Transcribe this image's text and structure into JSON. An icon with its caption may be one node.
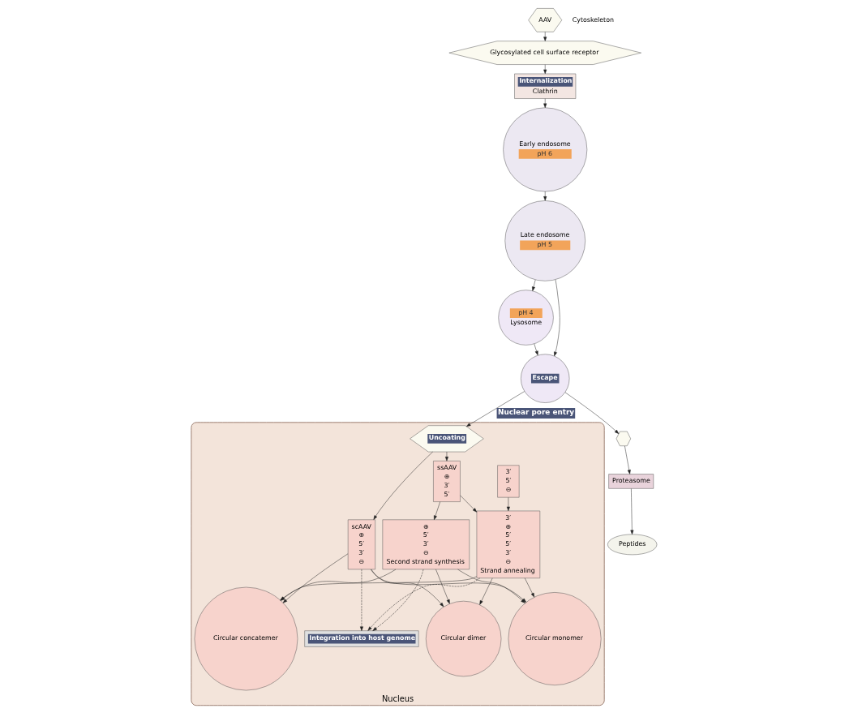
{
  "diagram": {
    "nodes": [
      {
        "text": [
          "AAV"
        ]
      },
      {
        "text": [
          "Glycosylated cell surface receptor"
        ]
      },
      {
        "text": [
          "Internalization",
          "Clathrin"
        ]
      },
      {
        "text": [
          "Early endosome",
          "pH 6"
        ]
      },
      {
        "text": [
          "Late endosome",
          "pH 5"
        ]
      },
      {
        "text": [
          "pH 4",
          "Lysosome"
        ]
      },
      {
        "text": [
          "Escape"
        ]
      },
      {
        "text": [],
        "shape": "picture"
      },
      {
        "text": [
          "Proteasome"
        ]
      },
      {
        "text": [
          "Peptides"
        ]
      },
      {
        "text": [
          "Nucleus"
        ]
      },
      {
        "text": [
          "Uncoating"
        ],
        "in": 10
      },
      {
        "text": [
          "ssAAV",
          "⊕",
          "3′",
          "5′"
        ],
        "in": 10
      },
      {
        "text": [
          "3′",
          "5′",
          "⊖"
        ],
        "in": 10
      },
      {
        "text": [
          "scAAV",
          "⊕",
          "5′",
          "3′",
          "⊖"
        ],
        "in": 10
      },
      {
        "text": [
          "⊕",
          "5′",
          "3′",
          "⊖",
          "Second strand synthesis"
        ],
        "in": 10
      },
      {
        "text": [
          "3′",
          "⊕",
          "5′",
          "5′",
          "3′",
          "⊖",
          "Strand annealing"
        ],
        "in": 10
      },
      {
        "text": [
          "Circular monomer"
        ],
        "in": 10
      },
      {
        "text": [
          "Circular concatemer"
        ],
        "in": 10
      },
      {
        "text": [
          "Circular dimer"
        ],
        "in": 10
      },
      {
        "text": [
          "Integration into host genome"
        ],
        "in": 10
      }
    ],
    "edges": [
      {
        "from": 0,
        "to": 1,
        "arrow": "to"
      },
      {
        "from": 1,
        "to": 2,
        "arrow": "to"
      },
      {
        "from": 2,
        "to": 3,
        "arrow": "to"
      },
      {
        "from": 3,
        "to": 4,
        "arrow": "to"
      },
      {
        "from": 4,
        "to": 6,
        "arrow": "to"
      },
      {
        "from": 4,
        "to": 5,
        "arrow": "to"
      },
      {
        "from": 5,
        "to": 6,
        "arrow": "to"
      },
      {
        "from": 6,
        "to": 7,
        "arrow": "to"
      },
      {
        "from": 7,
        "to": 8,
        "arrow": "to"
      },
      {
        "from": 8,
        "to": 9,
        "arrow": "to"
      },
      {
        "from": 6,
        "to": 11,
        "arrow": "to",
        "label": "Nuclear pore entry"
      },
      {
        "from": 11,
        "to": 12,
        "arrow": "to"
      },
      {
        "from": 11,
        "to": 14,
        "arrow": "to"
      },
      {
        "from": 12,
        "to": 15,
        "arrow": "to"
      },
      {
        "from": 12,
        "to": 16,
        "arrow": "to"
      },
      {
        "from": 13,
        "to": 16,
        "arrow": "to"
      },
      {
        "from": 14,
        "to": 17,
        "arrow": "to"
      },
      {
        "from": 15,
        "to": 17,
        "arrow": "to"
      },
      {
        "from": 16,
        "to": 17,
        "arrow": "to"
      },
      {
        "from": 14,
        "to": 19,
        "arrow": "to"
      },
      {
        "from": 15,
        "to": 19,
        "arrow": "to"
      },
      {
        "from": 16,
        "to": 19,
        "arrow": "to"
      },
      {
        "from": 14,
        "to": 18,
        "arrow": "to"
      },
      {
        "from": 15,
        "to": 18,
        "arrow": "to"
      },
      {
        "from": 16,
        "to": 18,
        "arrow": "to"
      },
      {
        "from": 14,
        "to": 20,
        "arrow": "to",
        "style": "dashed"
      },
      {
        "from": 15,
        "to": 20,
        "arrow": "to",
        "style": "dashed"
      },
      {
        "from": 16,
        "to": 20,
        "arrow": "to",
        "style": "dashed"
      }
    ],
    "labels": [
      "Cytoskeleton"
    ]
  }
}
